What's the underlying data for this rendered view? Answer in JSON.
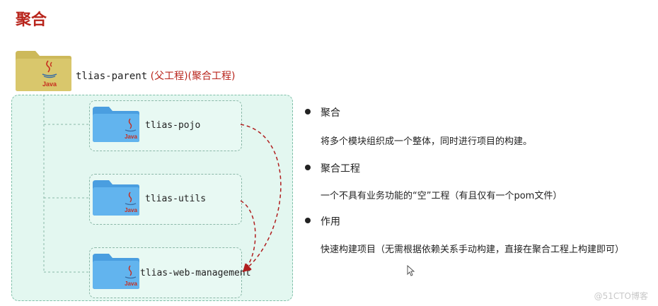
{
  "title": "聚合",
  "parent": {
    "name": "tlias-parent",
    "tags": "(父工程)(聚合工程)",
    "icon_label": "Java"
  },
  "modules": [
    {
      "name": "tlias-pojo",
      "icon_label": "Java"
    },
    {
      "name": "tlias-utils",
      "icon_label": "Java"
    },
    {
      "name": "tlias-web-management",
      "icon_label": "Java"
    }
  ],
  "bullets": [
    {
      "heading": "聚合",
      "text": "将多个模块组织成一个整体，同时进行项目的构建。"
    },
    {
      "heading": "聚合工程",
      "text": "一个不具有业务功能的“空”工程（有且仅有一个pom文件）"
    },
    {
      "heading": "作用",
      "text": "快速构建项目（无需根据依赖关系手动构建，直接在聚合工程上构建即可）"
    }
  ],
  "watermark": "@51CTO博客",
  "colors": {
    "title": "#b8241b",
    "arrow": "#b01e1e",
    "group_bg": "#e3f7f0",
    "parent_folder": "#d2c067",
    "module_folder": "#5aaee8"
  }
}
